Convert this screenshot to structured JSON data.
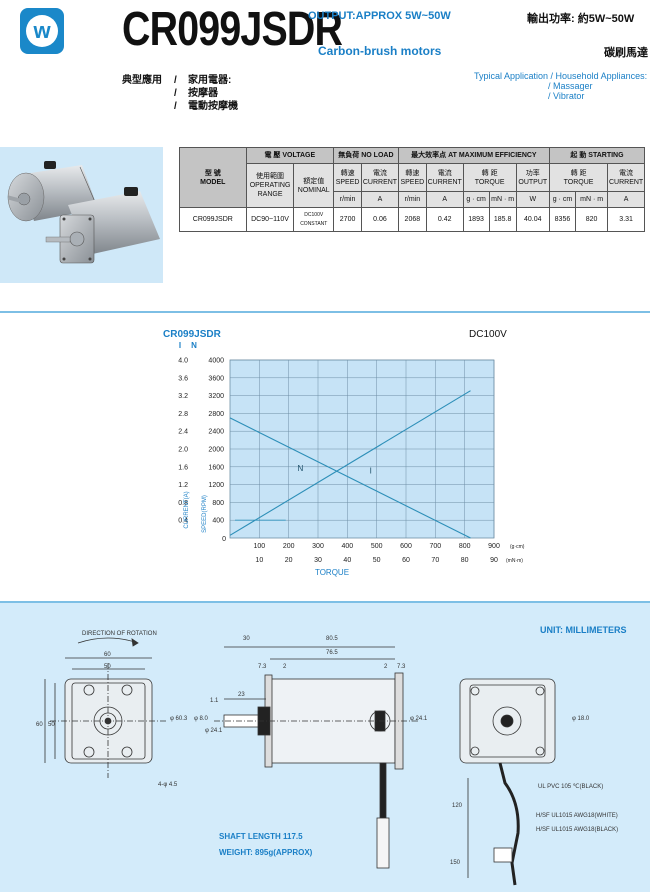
{
  "header": {
    "model": "CR099JSDR",
    "output_en": "OUTPUT:APPROX 5W~50W",
    "type_en": "Carbon-brush motors",
    "output_cn": "輸出功率: 約5W~50W",
    "type_cn": "碳刷馬達",
    "brand_color": "#1a88c9",
    "logo_glyph": "w"
  },
  "application": {
    "label_cn": "典型應用",
    "items_cn": [
      "家用電器:",
      "按摩器",
      "電動按摩機"
    ],
    "en_lines": [
      "Typical Application / Household Appliances:",
      "/ Massager",
      "/ Vibrator"
    ]
  },
  "spec_table": {
    "model_cn": "型 號",
    "model_en": "MODEL",
    "voltage": "電 壓 VOLTAGE",
    "op_range_cn": "使用範圍",
    "op_range_en": "OPERATING RANGE",
    "nominal_cn": "額定值",
    "nominal_en": "NOMINAL",
    "no_load": "無負荷 NO LOAD",
    "max_eff": "最大效率点 AT MAXIMUM EFFICIENCY",
    "starting": "起 動 STARTING",
    "speed_cn": "轉速",
    "speed_en": "SPEED",
    "current_cn": "電流",
    "current_en": "CURRENT",
    "torque_cn": "轉 距",
    "torque_en": "TORQUE",
    "output_cn": "功率",
    "output_en": "OUTPUT",
    "units": [
      "r/min",
      "A",
      "r/min",
      "A",
      "g · cm",
      "mN · m",
      "W",
      "g · cm",
      "mN · m",
      "A"
    ],
    "row": {
      "model": "CR099JSDR",
      "range": "DC90~110V",
      "nominal": "DC100V CONSTANT",
      "nl_speed": "2700",
      "nl_current": "0.06",
      "me_speed": "2068",
      "me_current": "0.42",
      "me_torque_g": "1893",
      "me_torque_mn": "185.8",
      "me_output": "40.04",
      "st_torque_g": "8356",
      "st_torque_mn": "820",
      "st_current": "3.31"
    }
  },
  "chart_data": {
    "type": "line",
    "title": "CR099JSDR",
    "subtitle": "DC100V",
    "xlabel": "TORQUE",
    "x_unit_top": "(g·cm)",
    "x_unit_bottom": "(mN·m)",
    "x_ticks_top": [
      "100",
      "200",
      "300",
      "400",
      "500",
      "600",
      "700",
      "800",
      "900"
    ],
    "x_ticks_bottom": [
      "10",
      "20",
      "30",
      "40",
      "50",
      "60",
      "70",
      "80",
      "90"
    ],
    "xlim": [
      0,
      900
    ],
    "y_left_label": "CURRENT(A)",
    "y_left_head": "I",
    "y_left_ticks": [
      "0.4",
      "0.8",
      "1.2",
      "1.6",
      "2.0",
      "2.4",
      "2.8",
      "3.2",
      "3.6",
      "4.0"
    ],
    "y_left_lim": [
      0,
      4.0
    ],
    "y_right_label": "SPEED(RPM)",
    "y_right_head": "N",
    "y_right_ticks": [
      "400",
      "800",
      "1200",
      "1600",
      "2000",
      "2400",
      "2800",
      "3200",
      "3600",
      "4000"
    ],
    "y_right_lim": [
      0,
      4000
    ],
    "zero_label": "0",
    "grid": true,
    "series": [
      {
        "name": "N",
        "x": [
          0,
          820
        ],
        "y": [
          2700,
          0
        ],
        "axis": "right"
      },
      {
        "name": "I",
        "x": [
          0,
          820
        ],
        "y": [
          0.06,
          3.31
        ],
        "axis": "left"
      }
    ],
    "colors": {
      "plot_bg": "#c6e3f6",
      "grid": "#6e8fa5",
      "line": "#2d8fb8",
      "label": "#1a7fc6"
    }
  },
  "drawing": {
    "unit_label": "UNIT: MILLIMETERS",
    "rotation_label": "DIRECTION OF ROTATION",
    "shaft_length": "SHAFT LENGTH 117.5",
    "weight": "WEIGHT: 895g(APPROX)",
    "dims_front": [
      "60",
      "50",
      "50",
      "60",
      "4-φ 4.5"
    ],
    "dims_side": [
      "30",
      "80.5",
      "76.5",
      "7.3",
      "2",
      "2",
      "7.3",
      "23",
      "1.1",
      "φ 60.3",
      "φ 8.0",
      "φ 24.1",
      "φ 24.1"
    ],
    "dims_rear": [
      "φ 18.0",
      "120",
      "150"
    ],
    "wires": [
      "UL PVC 105 ℃(BLACK)",
      "H/SF UL1015 AWG18(WHITE)",
      "H/SF UL1015 AWG18(BLACK)"
    ]
  }
}
